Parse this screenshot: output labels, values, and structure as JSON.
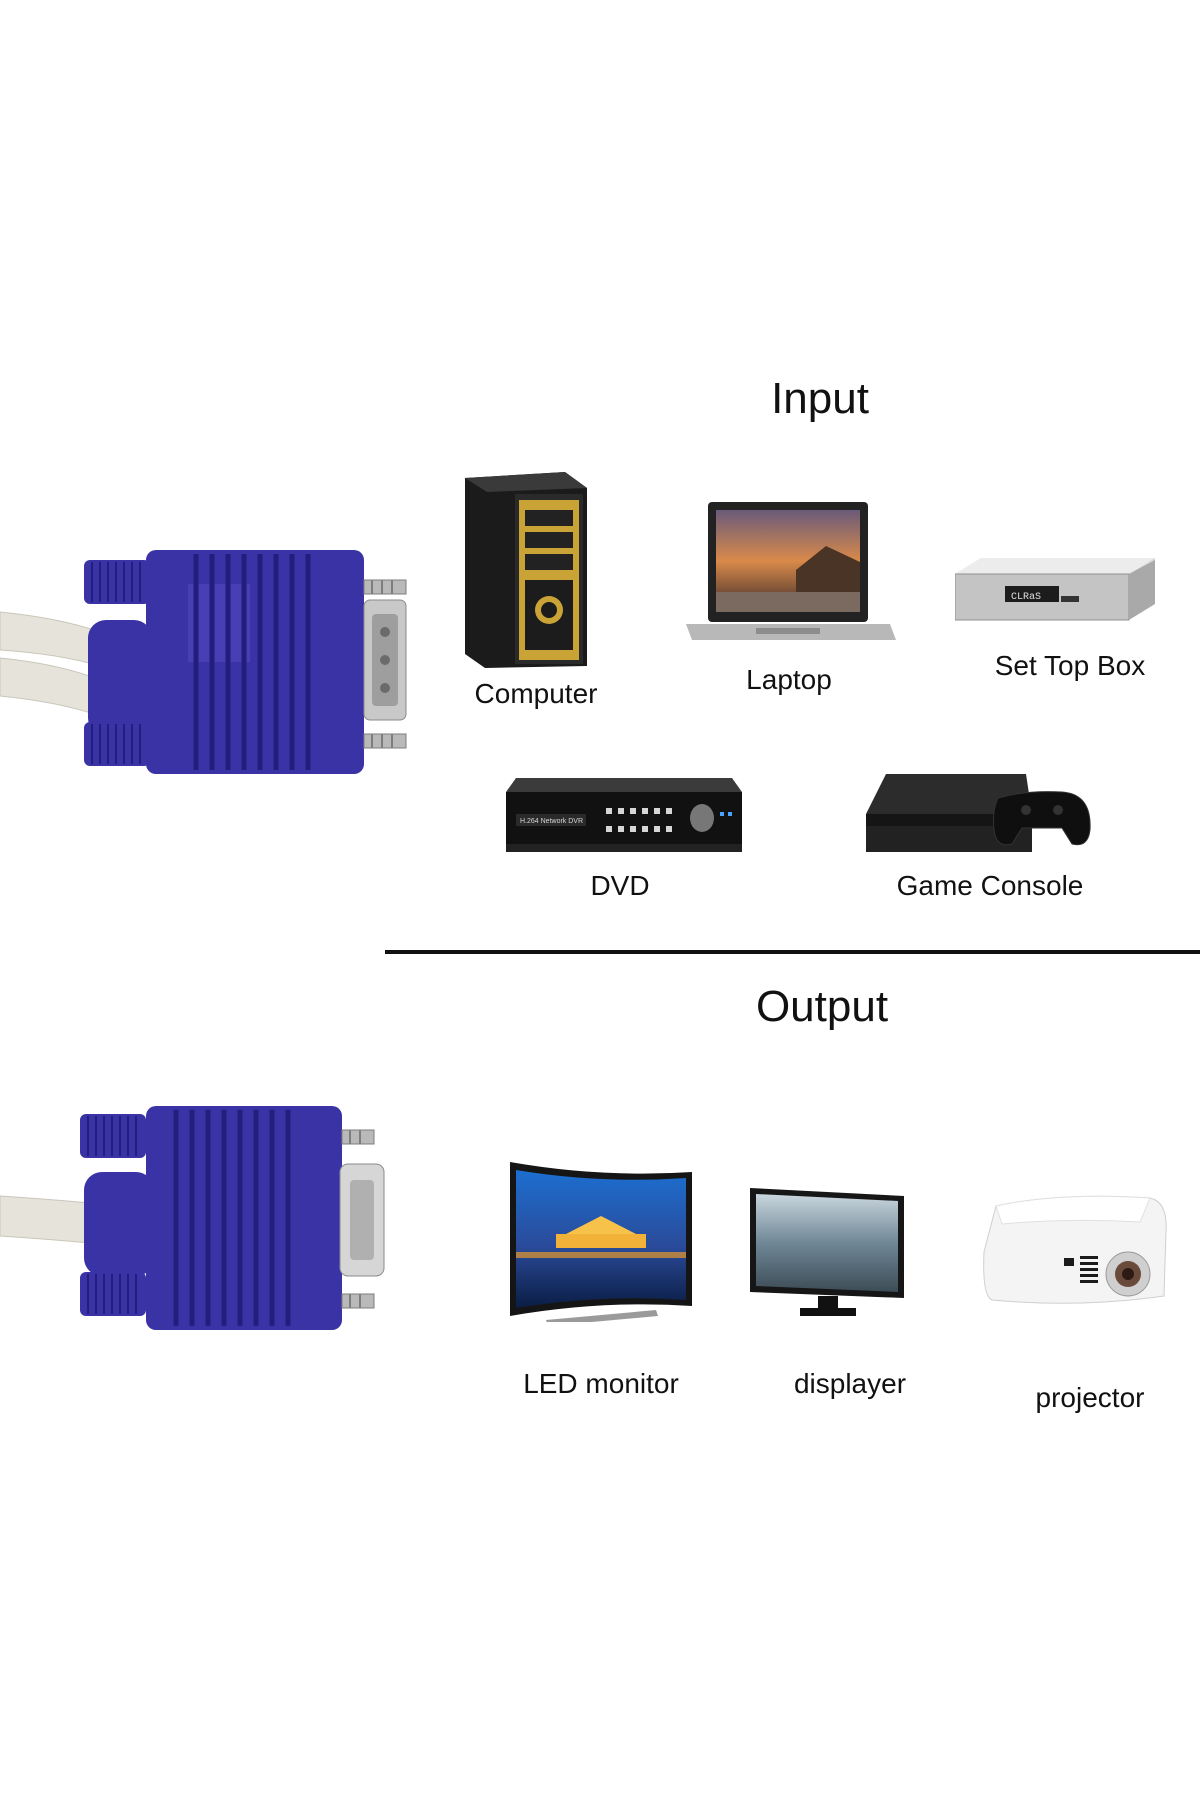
{
  "input_heading": "Input",
  "output_heading": "Output",
  "colors": {
    "connector_blue": "#3a33a6",
    "connector_dark": "#231d7e",
    "cable": "#e6e4da",
    "metal": "#b9b9b9",
    "divider": "#111111"
  },
  "input_devices": [
    {
      "label": "Computer",
      "icon": "computer-tower-icon"
    },
    {
      "label": "Laptop",
      "icon": "laptop-icon"
    },
    {
      "label": "Set Top Box",
      "icon": "set-top-box-icon"
    },
    {
      "label": "DVD",
      "icon": "dvd-recorder-icon"
    },
    {
      "label": "Game Console",
      "icon": "game-console-icon"
    }
  ],
  "output_devices": [
    {
      "label": "LED monitor",
      "icon": "curved-tv-icon"
    },
    {
      "label": "displayer",
      "icon": "monitor-icon"
    },
    {
      "label": "projector",
      "icon": "projector-icon"
    }
  ],
  "dvd_panel_text": "H.264 Network DVR",
  "set_top_box_display": "CLRaS"
}
